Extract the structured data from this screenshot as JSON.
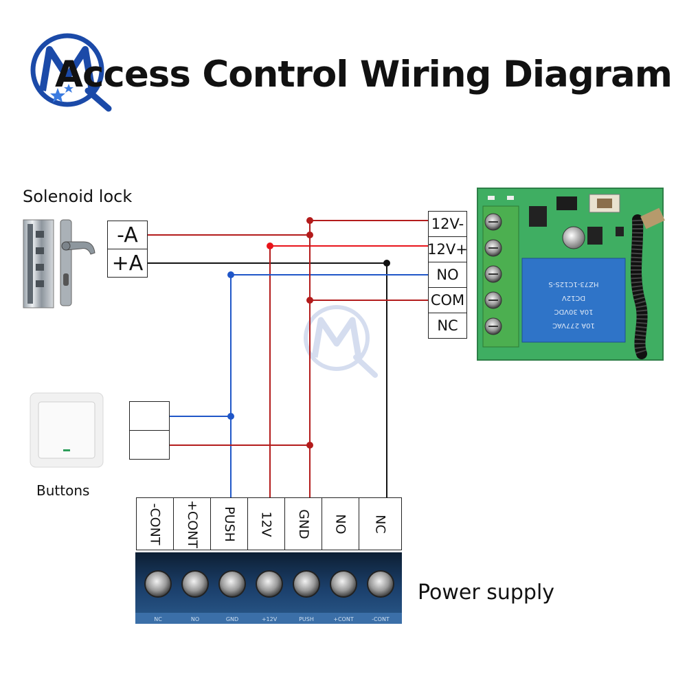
{
  "title": "Access Control Wiring Diagram",
  "captions": {
    "solenoid_lock": "Solenoid lock",
    "buttons": "Buttons",
    "power_supply": "Power supply"
  },
  "lock_terminals": [
    "-A",
    "+A"
  ],
  "relay_terminals": [
    "12V-",
    "12V+",
    "NO",
    "COM",
    "NC"
  ],
  "power_terminals": [
    "-CONT",
    "+CONT",
    "PUSH",
    "12V",
    "GND",
    "NO",
    "NC"
  ],
  "relay_board_print": {
    "relay_text_1": "HZ73-1C12S-S",
    "relay_text_2": "DC12V",
    "relay_text_3": "10A 30VDC",
    "relay_text_4": "10A 277VAC"
  },
  "power_strip_print": [
    "NC",
    "NO",
    "GND",
    "+12V",
    "PUSH",
    "+CONT",
    "-CONT"
  ],
  "colors": {
    "wire_red": "#b31b1b",
    "wire_bright_red": "#e8141a",
    "wire_blue": "#1f56c8",
    "wire_black": "#111111",
    "pcb_green": "#3fae62",
    "relay_blue": "#2f74c8",
    "terminal_green": "#4caf50",
    "strip_blue": "#1b3f6b"
  }
}
